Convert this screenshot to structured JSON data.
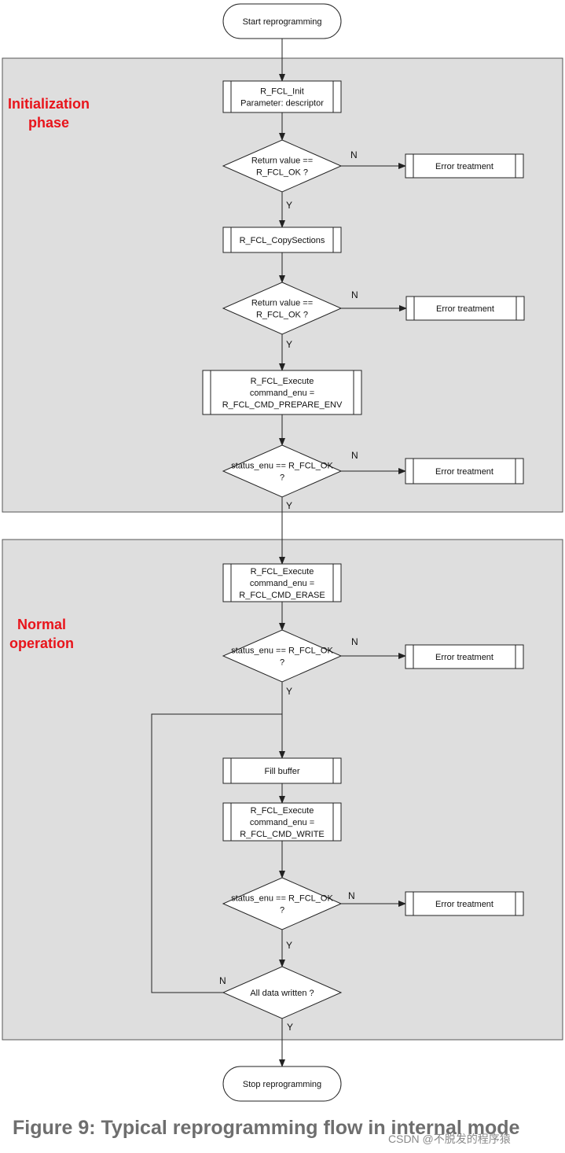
{
  "phases": {
    "init": {
      "label_lines": [
        "Initialization",
        "phase"
      ]
    },
    "normal": {
      "label_lines": [
        "Normal",
        "operation"
      ]
    }
  },
  "nodes": [
    {
      "id": "start",
      "shape": "terminal",
      "lines": [
        "Start reprogramming"
      ]
    },
    {
      "id": "fcl-init",
      "shape": "process",
      "lines": [
        "R_FCL_Init",
        "Parameter: descriptor"
      ]
    },
    {
      "id": "check-init",
      "shape": "decision",
      "lines": [
        "Return value ==",
        "R_FCL_OK ?"
      ]
    },
    {
      "id": "error-1",
      "shape": "process",
      "lines": [
        "Error treatment"
      ]
    },
    {
      "id": "copy-sections",
      "shape": "process",
      "lines": [
        "R_FCL_CopySections"
      ]
    },
    {
      "id": "check-copy",
      "shape": "decision",
      "lines": [
        "Return value ==",
        "R_FCL_OK ?"
      ]
    },
    {
      "id": "error-2",
      "shape": "process",
      "lines": [
        "Error treatment"
      ]
    },
    {
      "id": "exec-prepare",
      "shape": "process",
      "lines": [
        "R_FCL_Execute",
        "command_enu =",
        "R_FCL_CMD_PREPARE_ENV"
      ]
    },
    {
      "id": "check-prepare",
      "shape": "decision",
      "lines": [
        "status_enu == R_FCL_OK",
        "?"
      ]
    },
    {
      "id": "error-3",
      "shape": "process",
      "lines": [
        "Error treatment"
      ]
    },
    {
      "id": "exec-erase",
      "shape": "process",
      "lines": [
        "R_FCL_Execute",
        "command_enu =",
        "R_FCL_CMD_ERASE"
      ]
    },
    {
      "id": "check-erase",
      "shape": "decision",
      "lines": [
        "status_enu == R_FCL_OK",
        "?"
      ]
    },
    {
      "id": "error-4",
      "shape": "process",
      "lines": [
        "Error treatment"
      ]
    },
    {
      "id": "fill-buffer",
      "shape": "process",
      "lines": [
        "Fill buffer"
      ]
    },
    {
      "id": "exec-write",
      "shape": "process",
      "lines": [
        "R_FCL_Execute",
        "command_enu =",
        "R_FCL_CMD_WRITE"
      ]
    },
    {
      "id": "check-write",
      "shape": "decision",
      "lines": [
        "status_enu == R_FCL_OK",
        "?"
      ]
    },
    {
      "id": "error-5",
      "shape": "process",
      "lines": [
        "Error treatment"
      ]
    },
    {
      "id": "check-all",
      "shape": "decision",
      "lines": [
        "All data written ?"
      ]
    },
    {
      "id": "stop",
      "shape": "terminal",
      "lines": [
        "Stop reprogramming"
      ]
    }
  ],
  "edges": [
    {
      "from": "start",
      "to": "fcl-init",
      "label": ""
    },
    {
      "from": "fcl-init",
      "to": "check-init",
      "label": ""
    },
    {
      "from": "check-init",
      "to": "error-1",
      "label": "N"
    },
    {
      "from": "check-init",
      "to": "copy-sections",
      "label": "Y"
    },
    {
      "from": "copy-sections",
      "to": "check-copy",
      "label": ""
    },
    {
      "from": "check-copy",
      "to": "error-2",
      "label": "N"
    },
    {
      "from": "check-copy",
      "to": "exec-prepare",
      "label": "Y"
    },
    {
      "from": "exec-prepare",
      "to": "check-prepare",
      "label": ""
    },
    {
      "from": "check-prepare",
      "to": "error-3",
      "label": "N"
    },
    {
      "from": "check-prepare",
      "to": "exec-erase",
      "label": "Y"
    },
    {
      "from": "exec-erase",
      "to": "check-erase",
      "label": ""
    },
    {
      "from": "check-erase",
      "to": "error-4",
      "label": "N"
    },
    {
      "from": "check-erase",
      "to": "fill-buffer",
      "label": "Y"
    },
    {
      "from": "fill-buffer",
      "to": "exec-write",
      "label": ""
    },
    {
      "from": "exec-write",
      "to": "check-write",
      "label": ""
    },
    {
      "from": "check-write",
      "to": "error-5",
      "label": "N"
    },
    {
      "from": "check-write",
      "to": "check-all",
      "label": "Y"
    },
    {
      "from": "check-all",
      "to": "fill-buffer",
      "label": "N"
    },
    {
      "from": "check-all",
      "to": "stop",
      "label": "Y"
    }
  ],
  "caption": "Figure 9: Typical reprogramming flow in internal mode",
  "watermark": "CSDN @不脱发的程序猿"
}
